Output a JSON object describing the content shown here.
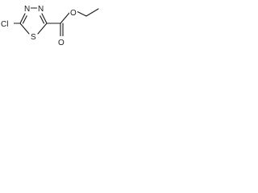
{
  "molecule": {
    "atoms": {
      "cl": "Cl",
      "n1": "N",
      "n2": "N",
      "s": "S",
      "o_carbonyl": "O",
      "o_ester": "O"
    }
  },
  "colors": {
    "bond": "#1a1a1a",
    "text": "#1a1a1a",
    "background": "#ffffff"
  }
}
